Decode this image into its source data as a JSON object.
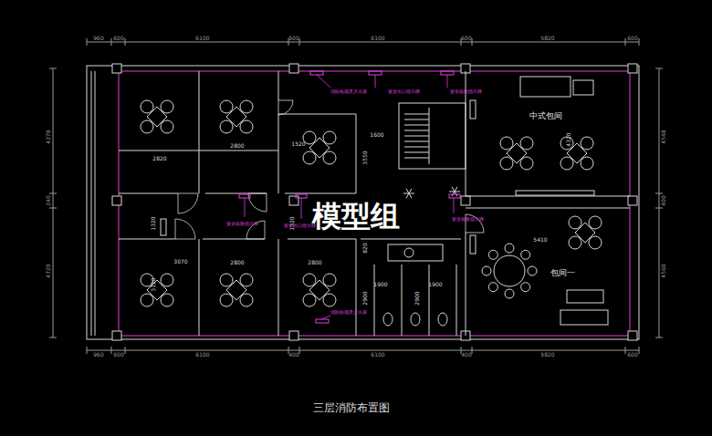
{
  "diagram": {
    "title": "三层消防布置图",
    "nodes": [
      {
        "text": [
          "中式包间"
        ]
      },
      {
        "text": [
          "包间一"
        ]
      }
    ],
    "labels": [
      "960",
      "600",
      "6100",
      "600",
      "6100",
      "600",
      "5820",
      "600",
      "960",
      "600",
      "6100",
      "400",
      "6100",
      "400",
      "5820",
      "600",
      "4278",
      "240",
      "4720",
      "4548",
      "400",
      "4560",
      "2820",
      "2800",
      "1520",
      "1600",
      "3550",
      "1320",
      "1320",
      "3070",
      "2800",
      "2800",
      "3120",
      "820",
      "1900",
      "1900",
      "2900",
      "2900",
      "5410",
      "4320",
      "消防栓箱及灭火器",
      "安全出口指示牌",
      "安全疏散指示牌",
      "安全疏散指示牌",
      "安全出口指示牌",
      "安全疏散指示牌",
      "消防栓箱及灭火器",
      "模型组"
    ]
  }
}
